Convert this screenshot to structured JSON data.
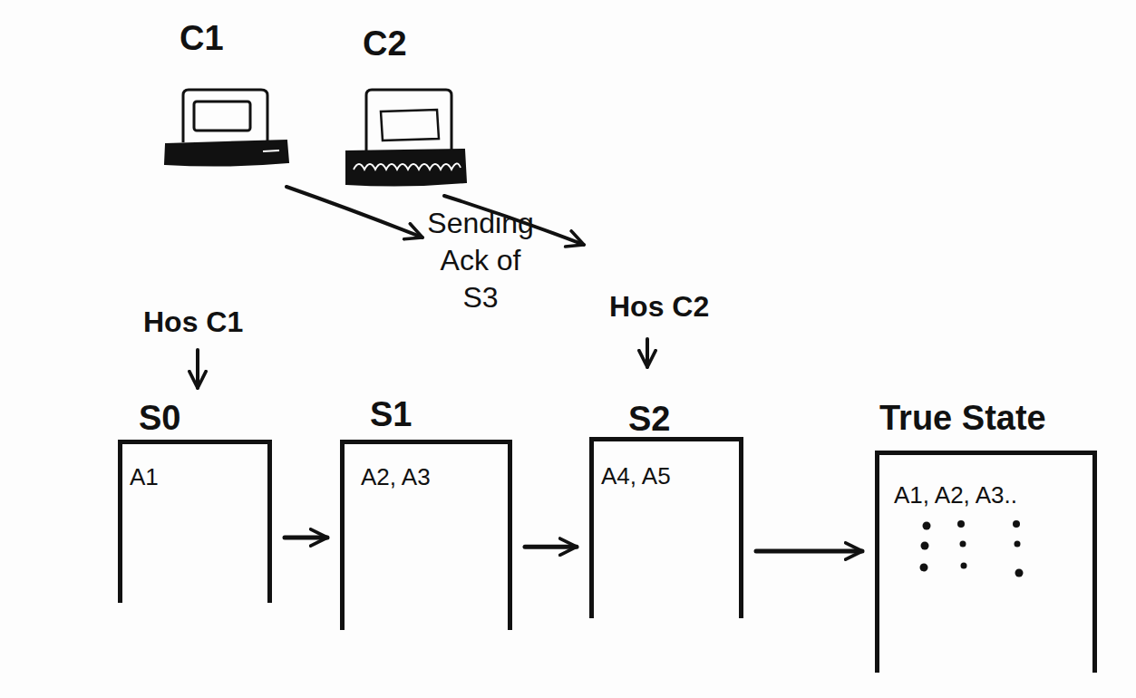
{
  "diagram": {
    "nodes": [
      {
        "text": [
          "C1"
        ]
      },
      {
        "text": [
          "C2"
        ]
      },
      {
        "text": [
          "S0",
          "A1"
        ]
      },
      {
        "text": [
          "S1",
          "A2, A3"
        ]
      },
      {
        "text": [
          "S2",
          "A4, A5"
        ]
      },
      {
        "text": [
          "True State",
          "A1, A2, A3.."
        ]
      }
    ],
    "edges": [
      {
        "from": 2,
        "to": 3,
        "arrow": "to"
      },
      {
        "from": 3,
        "to": 4,
        "arrow": "to"
      },
      {
        "from": 4,
        "to": 5,
        "arrow": "to"
      }
    ],
    "labels": [
      "Sending Ack of S3",
      "Hos C1",
      "Hos C2"
    ]
  }
}
